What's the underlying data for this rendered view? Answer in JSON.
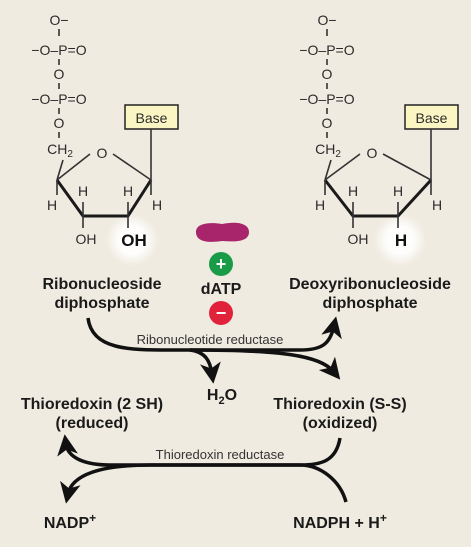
{
  "colors": {
    "background": "#f0ebe0",
    "base_box": "#fbf5c4",
    "activator": "#1a9b48",
    "inhibitor": "#e0233b",
    "datp_blob": "#a8246b"
  },
  "atoms": {
    "o": "O",
    "o_minus": "O−",
    "minus_o": "−O",
    "p_eq_o": "P=O",
    "minus_o_p_eq_o": "−O–P=O",
    "ch2": "CH",
    "ch2_sub": "2",
    "h": "H",
    "oh": "OH"
  },
  "left_molecule": {
    "base_label": "Base",
    "c3_group": "OH",
    "c2_group": "OH",
    "name_line1": "Ribonucleoside",
    "name_line2": "diphosphate"
  },
  "right_molecule": {
    "base_label": "Base",
    "c3_group": "OH",
    "c2_group": "H",
    "name_line1": "Deoxyribonucleoside",
    "name_line2": "diphosphate"
  },
  "regulation": {
    "effector": "dATP",
    "activator_symbol": "+",
    "inhibitor_symbol": "−"
  },
  "reaction1": {
    "enzyme": "Ribonucleotide reductase",
    "product_side": "H",
    "product_sub": "2",
    "product_tail": "O"
  },
  "thioredoxin_reduced": {
    "line1": "Thioredoxin (2 SH)",
    "line2": "(reduced)"
  },
  "thioredoxin_oxidized": {
    "line1": "Thioredoxin (S-S)",
    "line2": "(oxidized)"
  },
  "reaction2": {
    "enzyme": "Thioredoxin reductase"
  },
  "nadp": {
    "text": "NADP",
    "sup": "+"
  },
  "nadph": {
    "text": "NADPH + H",
    "sup": "+"
  }
}
